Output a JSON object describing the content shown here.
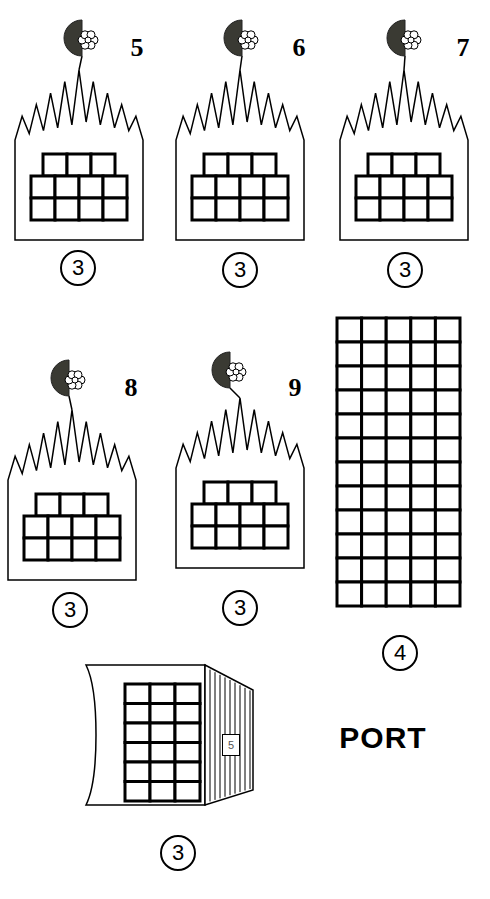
{
  "diagram": {
    "nodes": [
      {
        "text": [
          "3"
        ]
      },
      {
        "text": [
          "3"
        ]
      },
      {
        "text": [
          "3"
        ]
      },
      {
        "text": [
          "3"
        ]
      },
      {
        "text": [
          "3"
        ]
      },
      {
        "text": [
          "4"
        ]
      },
      {
        "text": [
          "5"
        ]
      },
      {
        "text": [
          "3"
        ]
      }
    ],
    "labels": [
      "5",
      "6",
      "7",
      "8",
      "9",
      "PORT"
    ]
  }
}
